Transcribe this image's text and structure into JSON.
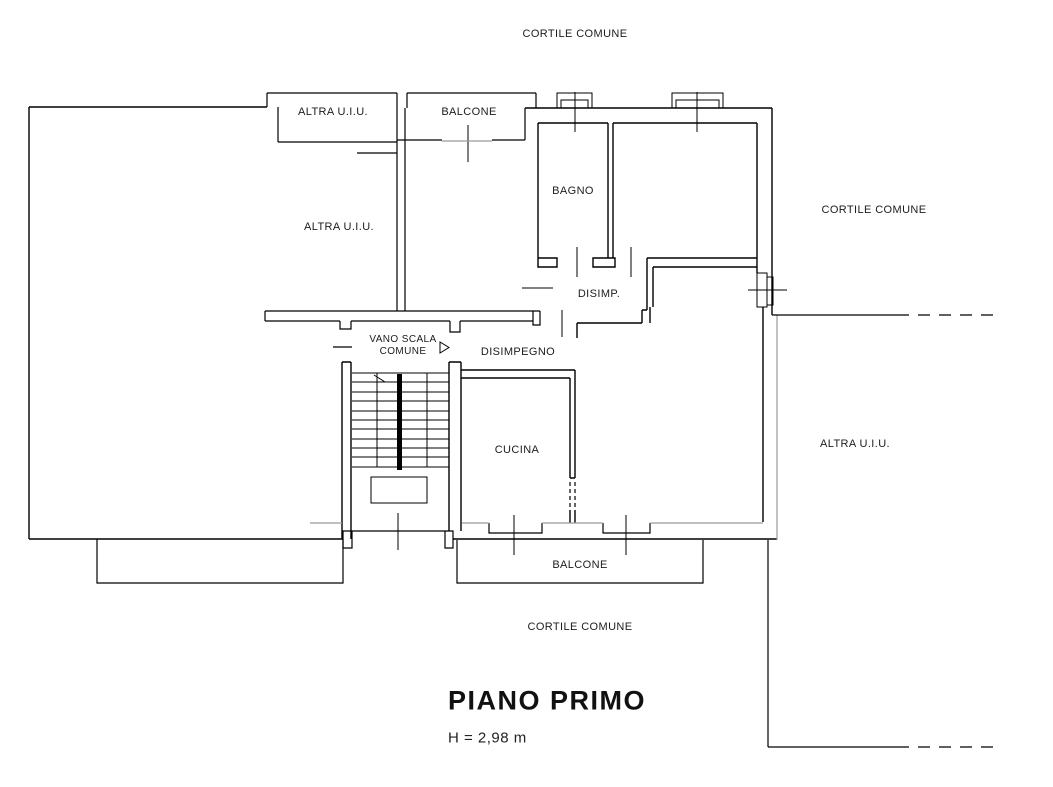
{
  "drawing": {
    "title": "PIANO PRIMO",
    "height_note": "H = 2,98 m",
    "labels": {
      "cortile_top": "CORTILE COMUNE",
      "cortile_right": "CORTILE COMUNE",
      "cortile_bottom": "CORTILE COMUNE",
      "annex_unit": "ALTRA U.I.U.",
      "unit_left": "ALTRA U.I.U.",
      "unit_right": "ALTRA U.I.U.",
      "balcony_top": "BALCONE",
      "balcony_bottom": "BALCONE",
      "bathroom": "BAGNO",
      "hallway_small": "DISIMP.",
      "stairwell_line1": "VANO SCALA",
      "stairwell_line2": "COMUNE",
      "hallway": "DISIMPEGNO",
      "kitchen": "CUCINA"
    },
    "colors": {
      "wall": "#000000",
      "light": "#9a9a9a",
      "text": "#1c1c1c"
    }
  }
}
